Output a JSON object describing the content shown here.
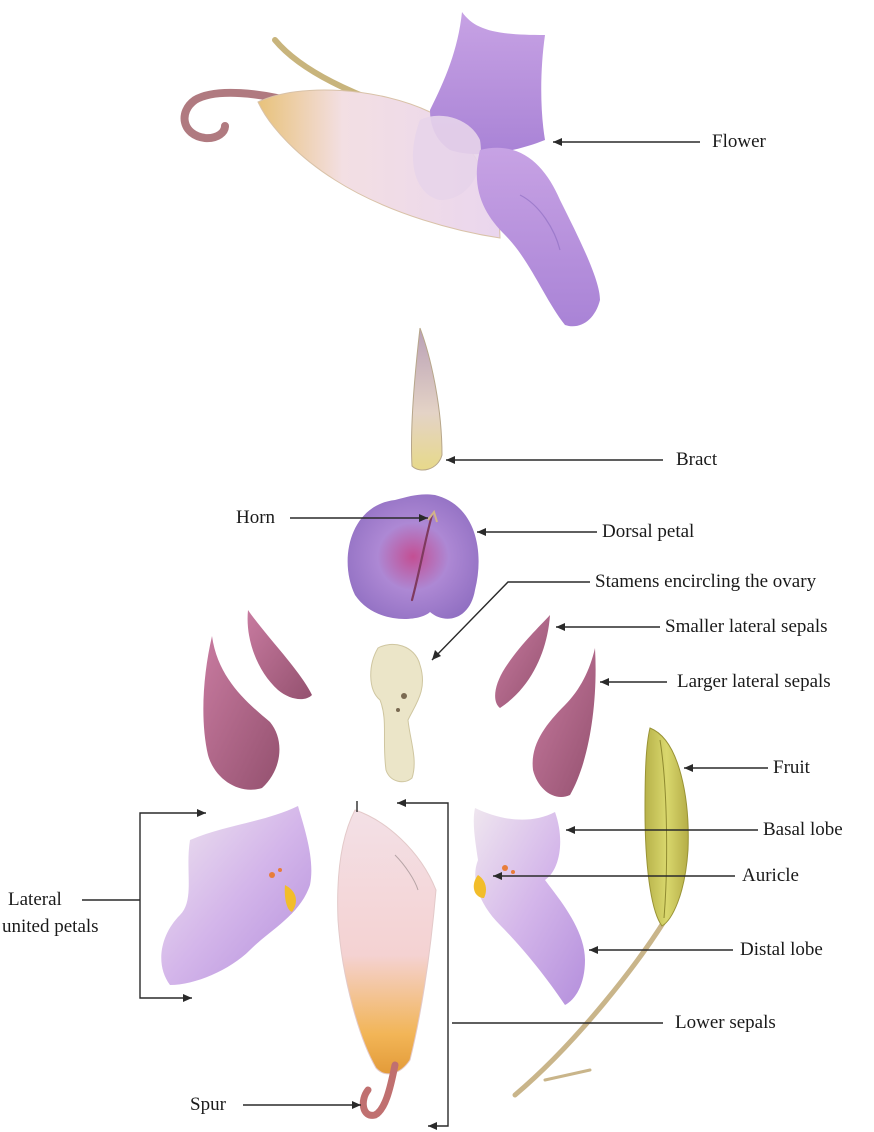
{
  "labels": {
    "flower": "Flower",
    "bract": "Bract",
    "horn": "Horn",
    "dorsal_petal": "Dorsal petal",
    "stamens": "Stamens encircling the ovary",
    "smaller_lateral_sepals": "Smaller lateral sepals",
    "larger_lateral_sepals": "Larger lateral sepals",
    "fruit": "Fruit",
    "basal_lobe": "Basal lobe",
    "auricle": "Auricle",
    "lateral_united_petals_1": "Lateral",
    "lateral_united_petals_2": "united petals",
    "distal_lobe": "Distal lobe",
    "lower_sepals": "Lower sepals",
    "spur": "Spur"
  },
  "colors": {
    "petal_purple": "#b58ad8",
    "petal_light": "#d9c3ec",
    "sepal_mauve": "#a8607f",
    "cream": "#efe6cf",
    "spur_orange": "#e9a848",
    "fruit_green": "#c9c460",
    "line": "#2a2a2a"
  }
}
